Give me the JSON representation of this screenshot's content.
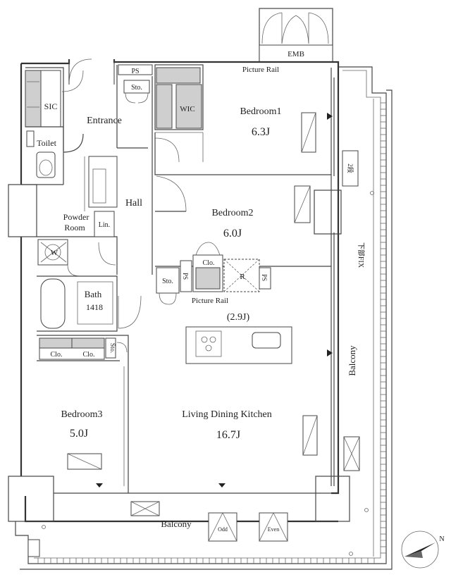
{
  "rooms": {
    "emb": "EMB",
    "picture_rail_top": "Picture Rail",
    "ps_top": "PS",
    "sto_top": "Sto.",
    "sic": "SIC",
    "entrance": "Entrance",
    "wic": "WIC",
    "bedroom1_name": "Bedroom1",
    "bedroom1_size": "6.3J",
    "toilet": "Toilet",
    "hall": "Hall",
    "bedroom2_name": "Bedroom2",
    "bedroom2_size": "6.0J",
    "powder_room_line1": "Powder",
    "powder_room_line2": "Room",
    "lin": "Lin.",
    "washer": "W",
    "clo_mid": "Clo.",
    "sto_mid": "Sto.",
    "ps_mid_left": "PS",
    "r_mark": "R",
    "ps_mid_right": "PS",
    "bath_name": "Bath",
    "bath_size": "1418",
    "picture_rail_mid": "Picture Rail",
    "kitchen_size": "(2.9J)",
    "clo_b3_left": "Clo.",
    "clo_b3_right": "Clo.",
    "sto_b3": "Sto.",
    "balcony_right": "Balcony",
    "bedroom3_name": "Bedroom3",
    "bedroom3_size": "5.0J",
    "ldk_name": "Living Dining Kitchen",
    "ldk_size": "16.7J",
    "balcony_bottom": "Balcony",
    "odd": "Odd",
    "even": "Even",
    "ac_mark": "2段",
    "fix_note": "下部FIX",
    "north": "N"
  }
}
